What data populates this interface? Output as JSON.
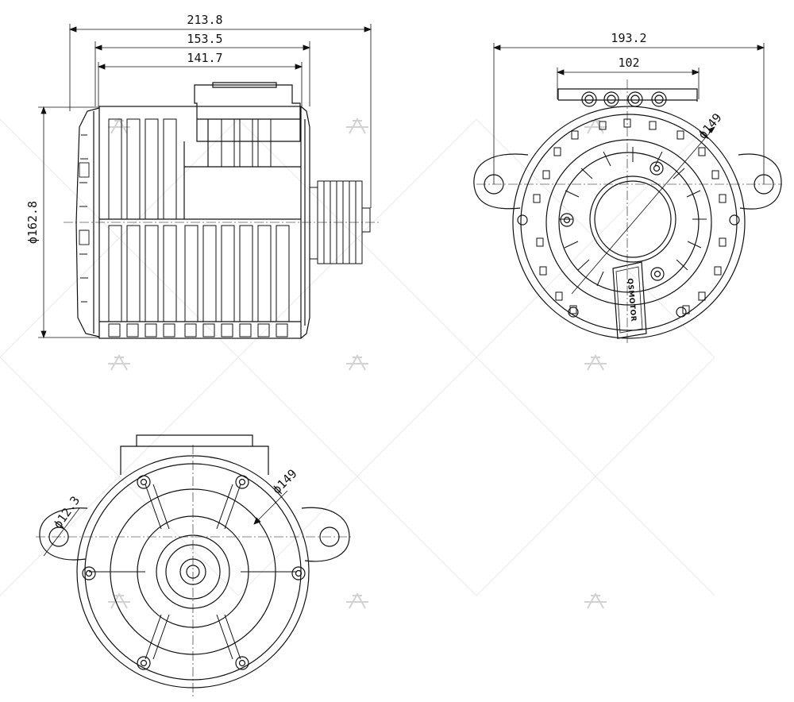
{
  "side_view": {
    "dim_overall": "213.8",
    "dim_body": "153.5",
    "dim_housing": "141.7",
    "dim_diameter": "ϕ162.8"
  },
  "front_view": {
    "dim_ear_span": "193.2",
    "dim_terminal_span": "102",
    "dim_diameter": "ϕ149",
    "stamp": "QSMOTOR"
  },
  "rear_view": {
    "dim_diameter": "ϕ149",
    "dim_hole": "ϕ12.3"
  },
  "colors": {
    "line": "#111111",
    "watermark": "#d7d7d7"
  }
}
